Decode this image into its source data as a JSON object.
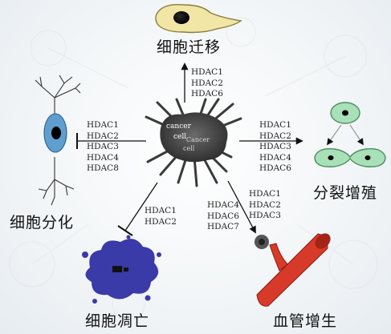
{
  "center": {
    "lines": [
      "cancer",
      "cell"
    ],
    "echo": [
      "Cancer",
      "cell"
    ]
  },
  "outcomes": {
    "migration": {
      "label": "细胞迁移",
      "hdacs": [
        "HDAC1",
        "HDAC2",
        "HDAC6"
      ],
      "effect": "promote"
    },
    "proliferation": {
      "label": "分裂增殖",
      "hdacs": [
        "HDAC1",
        "HDAC2",
        "HDAC3",
        "HDAC4",
        "HDAC6"
      ],
      "effect": "promote"
    },
    "differentiation": {
      "label": "细胞分化",
      "hdacs": [
        "HDAC1",
        "HDAC2",
        "HDAC3",
        "HDAC4",
        "HDAC8"
      ],
      "effect": "inhibit"
    },
    "apoptosis": {
      "label": "细胞凋亡",
      "hdacs": [
        "HDAC1",
        "HDAC2"
      ],
      "effect": "inhibit"
    },
    "angiogenesis": {
      "label": "血管增生",
      "hdacs_left": [
        "HDAC4",
        "HDAC6",
        "HDAC7"
      ],
      "hdacs_right": [
        "HDAC1",
        "HDAC2",
        "HDAC3"
      ],
      "effect": "promote"
    }
  },
  "colors": {
    "cancer_cell": "#3a3a3a",
    "migration_cell": "#f2e6a6",
    "proliferation_cell": "#a8e0b8",
    "neuron": "#5f9fd0",
    "apoptotic_cell": "#3a3aa8",
    "vessel": "#d83a2a"
  }
}
